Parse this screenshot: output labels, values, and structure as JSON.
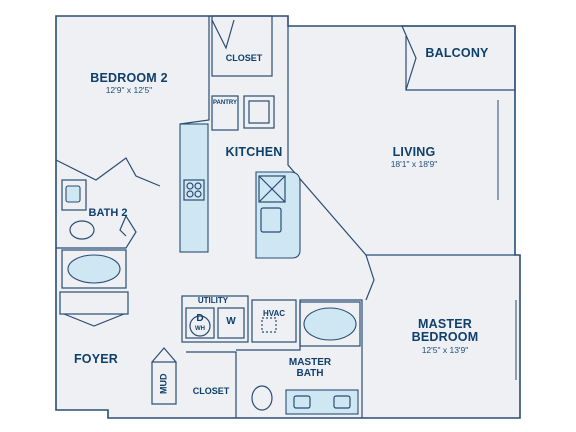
{
  "rooms": {
    "bedroom2": {
      "name": "BEDROOM 2",
      "size": "12'9\" x 12'5\""
    },
    "closet_top": {
      "name": "CLOSET"
    },
    "pantry": {
      "name": "PANTRY"
    },
    "balcony": {
      "name": "BALCONY"
    },
    "kitchen": {
      "name": "KITCHEN"
    },
    "living": {
      "name": "LIVING",
      "size": "18'1\" x 18'9\""
    },
    "bath2": {
      "name": "BATH 2"
    },
    "utility": {
      "name": "UTILITY",
      "dryer": "D",
      "dryer_sub": "WH",
      "washer": "W"
    },
    "hvac": {
      "name": "HVAC"
    },
    "foyer": {
      "name": "FOYER"
    },
    "mud": {
      "name": "MUD"
    },
    "closet_bottom": {
      "name": "CLOSET"
    },
    "master_bath": {
      "name": "MASTER\nBATH"
    },
    "master_bedroom": {
      "name": "MASTER\nBEDROOM",
      "size": "12'5\" x 13'9\""
    }
  },
  "colors": {
    "ink": "#0f3f6b",
    "wall": "#2a4d73",
    "fixture_fill": "#cfe6f3",
    "floor": "#eef0f4"
  }
}
